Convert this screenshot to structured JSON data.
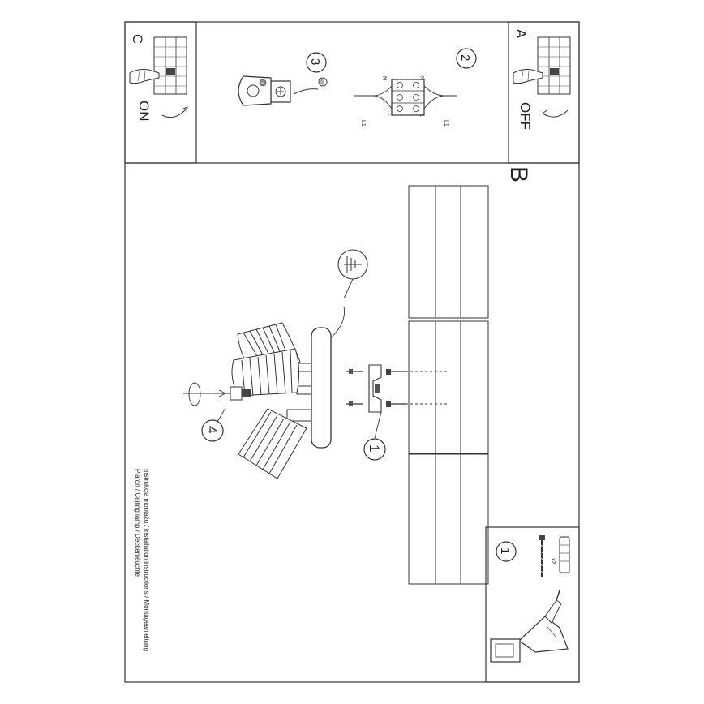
{
  "panels": {
    "a": {
      "letter": "A",
      "state": "OFF"
    },
    "c": {
      "letter": "C",
      "state": "ON"
    },
    "b": {
      "letter": "B"
    }
  },
  "steps": {
    "s1": "1",
    "s1_box": "1",
    "s2": "2",
    "s3": "3",
    "s4": "4"
  },
  "wiring": {
    "n_top": "N",
    "n_bottom": "N",
    "l_top": "L",
    "l_bottom": "L",
    "l1_top": "L1",
    "l1_bottom": "L1"
  },
  "hardware": {
    "quantity": "x2"
  },
  "caption": {
    "line1": "Instrukcja montażu / Installation instructions / Montageanleitung",
    "line2": "Plafon / Ceiling lamp / Deckenleuchte"
  }
}
